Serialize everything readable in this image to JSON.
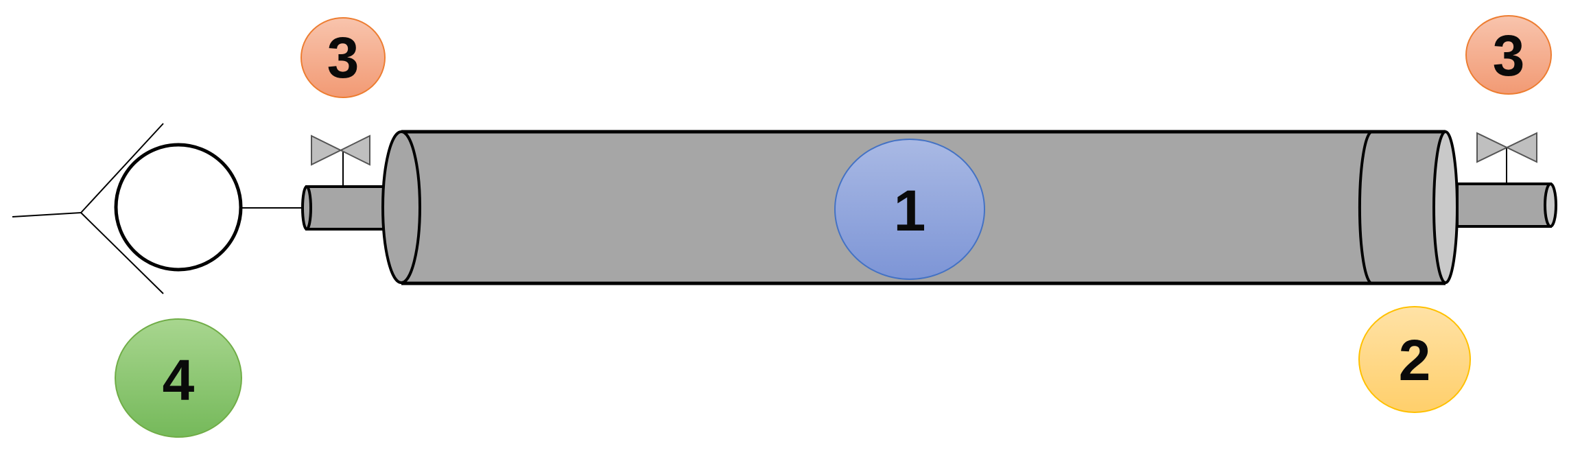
{
  "diagram": {
    "labels": {
      "column": "1",
      "piston": "2",
      "valve_left": "3",
      "valve_right": "3",
      "pump": "4"
    },
    "colors": {
      "background": "#ffffff",
      "cylinder_fill": "#a6a6a6",
      "cylinder_cap": "#c9c9c9",
      "outline": "#000000",
      "valve_fill": "#bfbfbf",
      "badge_column": "#8ea4dc",
      "badge_column_stroke": "#4472c4",
      "badge_piston": "#ffd88a",
      "badge_piston_stroke": "#ffc000",
      "badge_valve": "#f4a582",
      "badge_valve_stroke": "#ed7d31",
      "badge_pump": "#8ec774",
      "badge_pump_stroke": "#70ad47"
    }
  }
}
